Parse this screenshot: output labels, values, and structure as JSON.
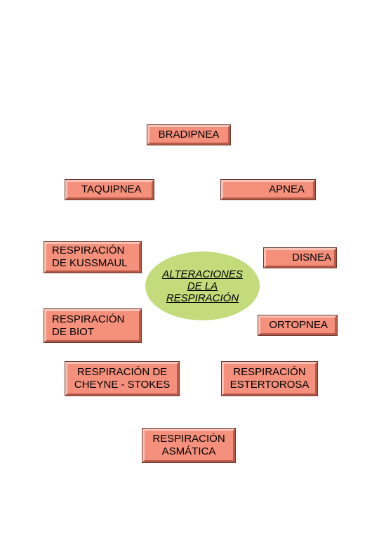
{
  "center": {
    "label": "ALTERACIONES\nDE LA\nRESPIRACIÓN"
  },
  "nodes": {
    "bradipnea": "BRADIPNEA",
    "taquipnea": "TAQUIPNEA",
    "apnea": "APNEA",
    "kussmaul": "RESPIRACIÓN\nDE KUSSMAUL",
    "disnea": "DISNEA",
    "biot": "RESPIRACIÓN\nDE BIOT",
    "ortopnea": "ORTOPNEA",
    "cheyne_stokes": "RESPIRACIÓN DE\nCHEYNE - STOKES",
    "estertorosa": "RESPIRACIÓN\nESTERTOROSA",
    "asmatica": "RESPIRACIÓN\nASMÁTICA"
  },
  "colors": {
    "box_fill": "#f4907c",
    "center_fill": "#c3db7a"
  }
}
